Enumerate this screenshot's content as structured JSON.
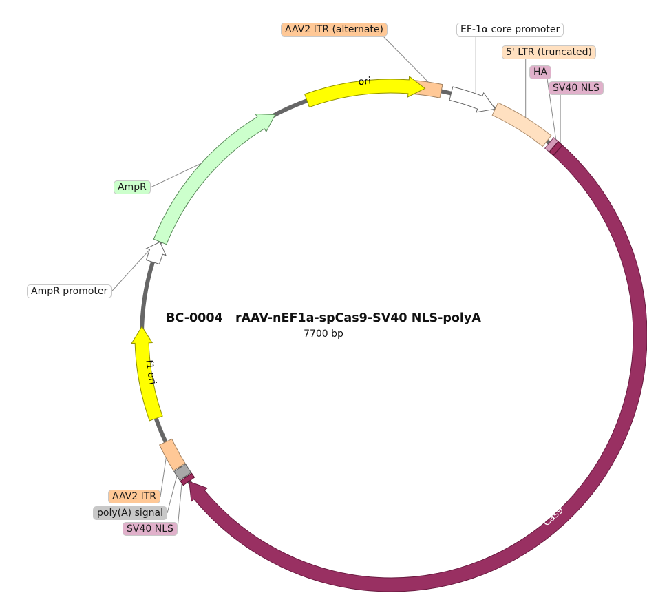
{
  "plasmid": {
    "name": "BC-0004   rAAV-nEF1a-spCas9-SV40 NLS-polyA",
    "size_label": "7700 bp",
    "length_bp": 7700
  },
  "features": [
    {
      "id": "aav2-itr-top",
      "name": "AAV2 ITR (alternate)",
      "type": "box",
      "start": 280,
      "end": 420,
      "fill": "#ffc896",
      "stroke": "#a08060",
      "label_bg": "#ffc896"
    },
    {
      "id": "ef1a-promoter",
      "name": "EF-1α core promoter",
      "type": "arrow",
      "start": 470,
      "end": 700,
      "fill": "#ffffff",
      "stroke": "#666666",
      "label_bg": "#ffffff"
    },
    {
      "id": "ltr-5",
      "name": "5' LTR (truncated)",
      "type": "box",
      "start": 700,
      "end": 1000,
      "fill": "#ffe0c0",
      "stroke": "#b09070",
      "label_bg": "#ffe0c0"
    },
    {
      "id": "ha-tag",
      "name": "HA",
      "type": "box",
      "start": 1015,
      "end": 1043,
      "fill": "#d49ab8",
      "stroke": "#7a3a5a",
      "label_bg": "#e0b0ca"
    },
    {
      "id": "sv40-nls-1",
      "name": "SV40 NLS",
      "type": "box",
      "start": 1044,
      "end": 1070,
      "fill": "#9c2c5c",
      "stroke": "#5a1030",
      "label_bg": "#e0b0ca"
    },
    {
      "id": "cas9",
      "name": "Cas9",
      "type": "arrow",
      "start": 1072,
      "end": 5178,
      "fill": "#993062",
      "stroke": "#6a1a40",
      "text_color": "#ffffff",
      "inline": true
    },
    {
      "id": "sv40-nls-2",
      "name": "SV40 NLS",
      "type": "box",
      "start": 5180,
      "end": 5205,
      "fill": "#9c2c5c",
      "stroke": "#5a1030",
      "label_bg": "#e0b0ca"
    },
    {
      "id": "polya",
      "name": "poly(A) signal",
      "type": "box",
      "start": 5210,
      "end": 5260,
      "fill": "#a8a8a8",
      "stroke": "#606060",
      "label_bg": "#c8c8c8"
    },
    {
      "id": "aav2-itr-bottom",
      "name": "AAV2 ITR",
      "type": "box",
      "start": 5265,
      "end": 5405,
      "fill": "#ffc896",
      "stroke": "#a08060",
      "label_bg": "#ffc896"
    },
    {
      "id": "f1-ori",
      "name": "f1 ori",
      "type": "arrow",
      "start": 5530,
      "end": 5990,
      "fill": "#ffff00",
      "stroke": "#909000",
      "text_color": "#000000",
      "inline": true
    },
    {
      "id": "ampr-promoter",
      "name": "AmpR promoter",
      "type": "arrow",
      "start": 6312,
      "end": 6417,
      "fill": "#ffffff",
      "stroke": "#666666",
      "label_bg": "#ffffff"
    },
    {
      "id": "ampr",
      "name": "AmpR",
      "type": "arrow",
      "start": 6418,
      "end": 7279,
      "fill": "#ccffcc",
      "stroke": "#5a8a5a",
      "label_bg": "#ccffcc"
    },
    {
      "id": "ori",
      "name": "ori",
      "type": "arrow",
      "start": 7450,
      "end": 8039,
      "fill": "#ffff00",
      "stroke": "#909000",
      "text_color": "#000000",
      "inline": true
    }
  ],
  "labels": [
    {
      "feature": "aav2-itr-top",
      "text": "AAV2 ITR (alternate)"
    },
    {
      "feature": "ef1a-promoter",
      "text": "EF-1α core promoter"
    },
    {
      "feature": "ltr-5",
      "text": "5' LTR (truncated)"
    },
    {
      "feature": "ha-tag",
      "text": "HA"
    },
    {
      "feature": "sv40-nls-1",
      "text": "SV40 NLS"
    },
    {
      "feature": "ampr",
      "text": "AmpR"
    },
    {
      "feature": "ampr-promoter",
      "text": "AmpR promoter"
    },
    {
      "feature": "aav2-itr-bottom",
      "text": "AAV2 ITR"
    },
    {
      "feature": "polya",
      "text": "poly(A) signal"
    },
    {
      "feature": "sv40-nls-2",
      "text": "SV40 NLS"
    }
  ]
}
